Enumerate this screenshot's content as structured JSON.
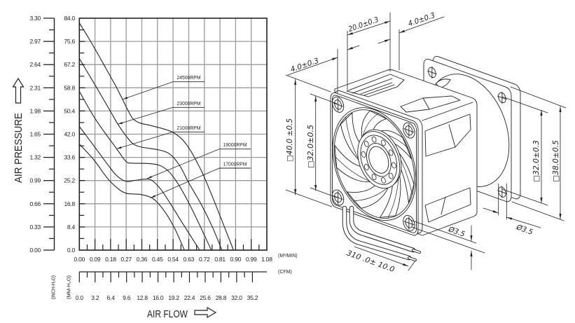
{
  "colors": {
    "ink": "#222222",
    "grid": "#9a9a9a",
    "background": "#ffffff"
  },
  "chart_data": {
    "type": "line",
    "title": "",
    "xlabel": "AIR FLOW",
    "ylabel": "AIR PRESSURE",
    "x_unit": "(M³/MIN)",
    "x_ticks": [
      "0.00",
      "0.09",
      "0.18",
      "0.27",
      "0.36",
      "0.45",
      "0.54",
      "0.63",
      "0.72",
      "0.81",
      "0.90",
      "0.99",
      "1.08"
    ],
    "x2_unit": "(CFM)",
    "x2_ticks": [
      "0.0",
      "3.2",
      "6.4",
      "9.6",
      "12.8",
      "16.0",
      "19.2",
      "22.4",
      "25.6",
      "28.8",
      "32.0",
      "35.2"
    ],
    "y_left_unit": "(INCH-H₂O)",
    "y_left_ticks": [
      "0.00",
      "0.33",
      "0.66",
      "0.99",
      "1.32",
      "1.65",
      "1.98",
      "2.31",
      "2.64",
      "2.97",
      "3.30"
    ],
    "y_unit": "(MM-H₂O)",
    "y_ticks": [
      "0.0",
      "8.4",
      "16.8",
      "25.2",
      "33.6",
      "42.0",
      "50.4",
      "58.8",
      "67.2",
      "75.6",
      "84.0"
    ],
    "xlim": [
      0,
      1.08
    ],
    "ylim": [
      0,
      84
    ],
    "grid": true,
    "legend": "none (inline leader labels)",
    "series": [
      {
        "name": "24500RPM",
        "points": [
          [
            0,
            82.3
          ],
          [
            0.065,
            75.6
          ],
          [
            0.141,
            67.2
          ],
          [
            0.215,
            58.8
          ],
          [
            0.282,
            50.4
          ],
          [
            0.31,
            47.5
          ],
          [
            0.35,
            46.0
          ],
          [
            0.42,
            45.0
          ],
          [
            0.54,
            42.6
          ],
          [
            0.62,
            38.0
          ],
          [
            0.7,
            29.1
          ],
          [
            0.767,
            19.3
          ],
          [
            0.83,
            9.3
          ],
          [
            0.888,
            0
          ]
        ]
      },
      {
        "name": "23000RPM",
        "points": [
          [
            0,
            69.4
          ],
          [
            0.1,
            58.8
          ],
          [
            0.178,
            50.4
          ],
          [
            0.222,
            45.6
          ],
          [
            0.27,
            41.3
          ],
          [
            0.31,
            38.5
          ],
          [
            0.36,
            37.3
          ],
          [
            0.46,
            36.3
          ],
          [
            0.525,
            34.6
          ],
          [
            0.58,
            30.4
          ],
          [
            0.63,
            24.4
          ],
          [
            0.7,
            16.8
          ],
          [
            0.767,
            8.3
          ],
          [
            0.821,
            0
          ]
        ]
      },
      {
        "name": "21000RPM",
        "points": [
          [
            0,
            57.5
          ],
          [
            0.094,
            47.3
          ],
          [
            0.215,
            36.7
          ],
          [
            0.269,
            32.1
          ],
          [
            0.31,
            31.5
          ],
          [
            0.39,
            31.4
          ],
          [
            0.458,
            30.8
          ],
          [
            0.511,
            28.7
          ],
          [
            0.565,
            24.4
          ],
          [
            0.619,
            18.5
          ],
          [
            0.686,
            10.0
          ],
          [
            0.76,
            0
          ]
        ]
      },
      {
        "name": "19000RPM",
        "points": [
          [
            0,
            44.8
          ],
          [
            0.081,
            38.0
          ],
          [
            0.161,
            31.2
          ],
          [
            0.215,
            27.0
          ],
          [
            0.269,
            24.9
          ],
          [
            0.323,
            25.3
          ],
          [
            0.377,
            25.7
          ],
          [
            0.417,
            25.3
          ],
          [
            0.471,
            21.9
          ],
          [
            0.525,
            16.8
          ],
          [
            0.592,
            10.0
          ],
          [
            0.693,
            0
          ]
        ]
      },
      {
        "name": "17000RPM",
        "points": [
          [
            0,
            38.4
          ],
          [
            0.081,
            32.9
          ],
          [
            0.161,
            26.1
          ],
          [
            0.215,
            22.7
          ],
          [
            0.269,
            20.6
          ],
          [
            0.35,
            20.2
          ],
          [
            0.404,
            19.3
          ],
          [
            0.444,
            17.6
          ],
          [
            0.498,
            13.4
          ],
          [
            0.552,
            7.5
          ],
          [
            0.605,
            0
          ]
        ]
      }
    ],
    "annotations": [
      {
        "text": "24500RPM",
        "series": "24500RPM",
        "points_to": [
          0.25,
          54.6
        ]
      },
      {
        "text": "23000RPM",
        "series": "23000RPM",
        "points_to": [
          0.222,
          45.6
        ]
      },
      {
        "text": "21000RPM",
        "series": "21000RPM",
        "points_to": [
          0.215,
          36.7
        ]
      },
      {
        "text": "19000RPM",
        "series": "19000RPM",
        "points_to": [
          0.39,
          25.9
        ]
      },
      {
        "text": "17000RPM",
        "series": "17000RPM",
        "points_to": [
          0.41,
          18.9
        ]
      }
    ]
  },
  "fan_drawing": {
    "dimensions": {
      "front_flange_thickness": "4.0±0.3",
      "overall_depth": "20.0±0.3",
      "rear_flange_thickness": "4.0±0.3",
      "front_frame_size": "□40.0 ±0.5",
      "front_hole_pitch": "□32.0±0.5",
      "rear_hole_pitch": "□32.0±0.3",
      "rear_frame_size": "□38.0±0.5",
      "front_hole_diameter": "Ø3.5",
      "rear_hole_diameter": "Ø3.5",
      "lead_wire_length": "310 .0± 10.0"
    }
  }
}
